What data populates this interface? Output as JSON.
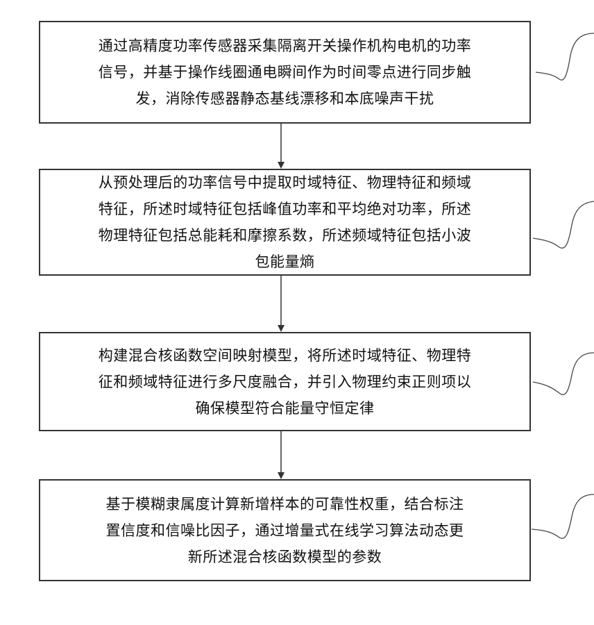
{
  "flowchart": {
    "steps": [
      {
        "lines": [
          "通过高精度功率传感器采集隔离开关操作机构电机的功率",
          "信号，并基于操作线圈通电瞬间作为时间零点进行同步触",
          "发，消除传感器静态基线漂移和本底噪声干扰"
        ]
      },
      {
        "lines": [
          "从预处理后的功率信号中提取时域特征、物理特征和频域",
          "特征，所述时域特征包括峰值功率和平均绝对功率，所述",
          "物理特征包括总能耗和摩擦系数，所述频域特征包括小波",
          "包能量熵"
        ]
      },
      {
        "lines": [
          "构建混合核函数空间映射模型，将所述时域特征、物理特",
          "征和频域特征进行多尺度融合，并引入物理约束正则项以",
          "确保模型符合能量守恒定律"
        ]
      },
      {
        "lines": [
          "基于模糊隶属度计算新增样本的可靠性权重，结合标注",
          "置信度和信噪比因子，通过增量式在线学习算法动态更",
          "新所述混合核函数模型的参数"
        ]
      }
    ],
    "colors": {
      "line": "#333333",
      "text": "#111111",
      "background": "#ffffff"
    }
  }
}
